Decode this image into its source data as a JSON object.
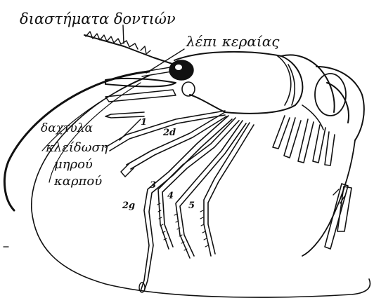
{
  "labels": {
    "rostrum_teeth": "διαστήματα δοντιών",
    "antennal_scale": "λέπι κεραίας",
    "finger": "δαχτύλα",
    "joint_line1": "κλείδωση",
    "joint_line2": "μηρού",
    "joint_line3": "καρπού"
  },
  "leg_numbers": {
    "p1": "1",
    "p2d": "2d",
    "p2g": "2g",
    "p3": "3",
    "p4": "4",
    "p5": "5"
  },
  "colors": {
    "ink": "#111111",
    "paper": "#ffffff"
  }
}
